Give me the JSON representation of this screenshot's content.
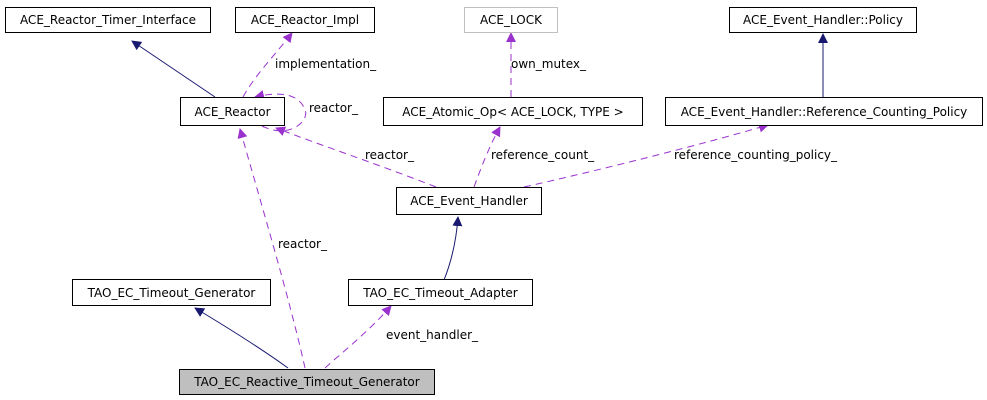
{
  "diagram": {
    "type": "collaboration-graph",
    "nodes": {
      "timer_interface": "ACE_Reactor_Timer_Interface",
      "reactor_impl": "ACE_Reactor_Impl",
      "ace_lock": "ACE_LOCK",
      "policy": "ACE_Event_Handler::Policy",
      "reactor": "ACE_Reactor",
      "atomic_op": "ACE_Atomic_Op< ACE_LOCK, TYPE >",
      "ref_counting_policy": "ACE_Event_Handler::Reference_Counting_Policy",
      "event_handler": "ACE_Event_Handler",
      "timeout_generator": "TAO_EC_Timeout_Generator",
      "timeout_adapter": "TAO_EC_Timeout_Adapter",
      "reactive_timeout_generator": "TAO_EC_Reactive_Timeout_Generator"
    },
    "edge_labels": {
      "implementation": "implementation_",
      "reactor_self": "reactor_",
      "own_mutex": "own_mutex_",
      "reactor_eh": "reactor_",
      "reference_count": "reference_count_",
      "ref_counting_policy": "reference_counting_policy_",
      "reactor_rtg": "reactor_",
      "event_handler": "event_handler_"
    },
    "colors": {
      "inheritance": "#191970",
      "usage": "#9a32cd",
      "current_fill": "#bfbfbf",
      "undocumented_border": "#bfbfbf"
    }
  }
}
